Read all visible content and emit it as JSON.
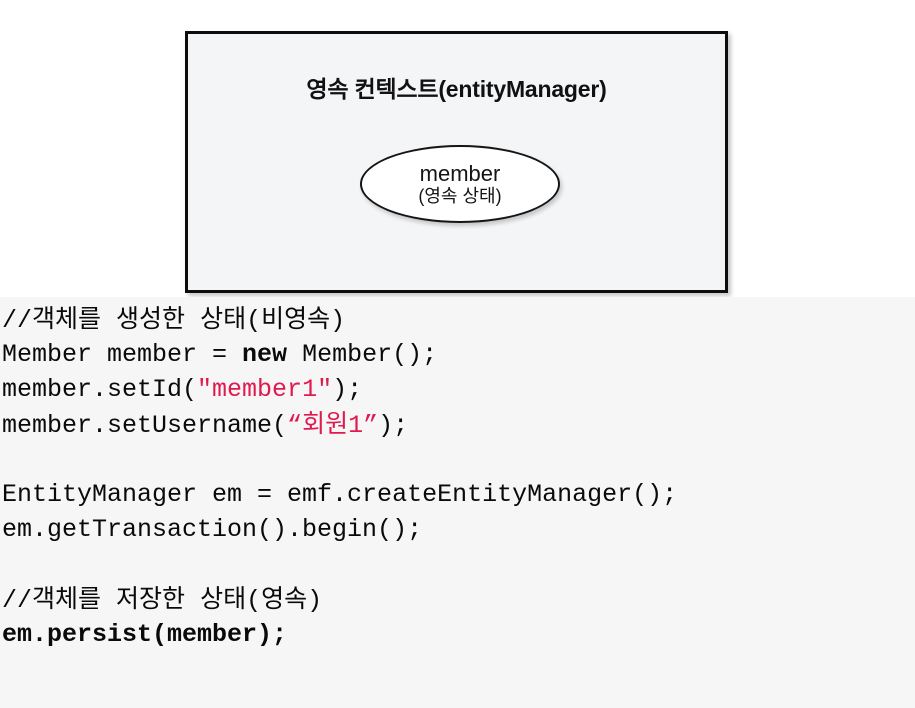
{
  "diagram": {
    "title": "영속 컨텍스트(entityManager)",
    "entity": {
      "name": "member",
      "state": "(영속 상태)"
    },
    "colors": {
      "box_fill": "#f4f5f7",
      "box_border": "#0d0d0d",
      "ellipse_fill": "#ffffff",
      "ellipse_border": "#151515"
    }
  },
  "code": {
    "background": "#f7f6f7",
    "string_color": "#e01a4f",
    "text_color": "#0a0a0a",
    "lines": [
      {
        "id": "comment-create",
        "type": "comment",
        "text": "//객체를 생성한 상태(비영속)"
      },
      {
        "id": "declare-member",
        "type": "code",
        "pre": "Member member = ",
        "keyword": "new",
        "post": " Member();"
      },
      {
        "id": "set-id",
        "type": "code-string",
        "pre": "member.setId(",
        "string": "\"member1\"",
        "post": ");"
      },
      {
        "id": "set-username",
        "type": "code-string",
        "pre": "member.setUsername(",
        "string": "“회원1”",
        "post": ");"
      },
      {
        "id": "blank-1",
        "type": "blank",
        "text": " "
      },
      {
        "id": "create-entity-manager",
        "type": "plain",
        "text": "EntityManager em = emf.createEntityManager();"
      },
      {
        "id": "begin-transaction",
        "type": "plain",
        "text": "em.getTransaction().begin();"
      },
      {
        "id": "blank-2",
        "type": "blank",
        "text": " "
      },
      {
        "id": "comment-persist",
        "type": "comment",
        "text": "//객체를 저장한 상태(영속)"
      },
      {
        "id": "persist-call",
        "type": "plain-bold",
        "text": "em.persist(member);"
      }
    ]
  }
}
